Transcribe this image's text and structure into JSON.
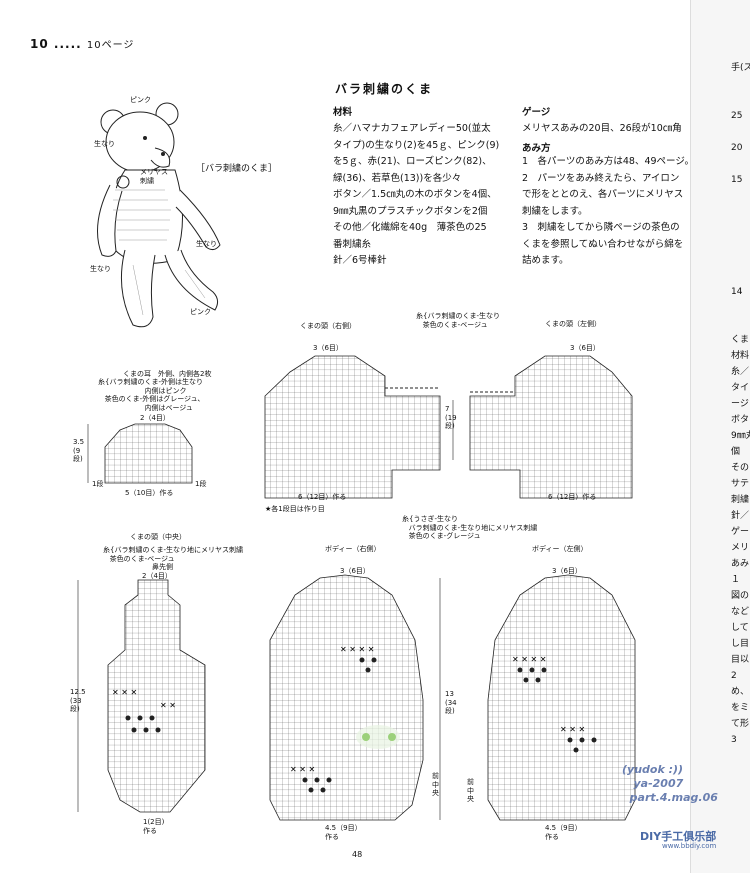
{
  "header": {
    "page_label": "10",
    "dots": ".....",
    "page_ref": "10ページ"
  },
  "title": "バラ刺繍のくま",
  "materials": {
    "heading": "材料",
    "lines": [
      "糸／ハマナカフェアレディー50(並太",
      "タイプ)の生なり(2)を45ｇ、ピンク(9)",
      "を5ｇ、赤(21)、ローズピンク(82)、",
      "緑(36)、若草色(13))を各少々",
      "ボタン／1.5㎝丸の木のボタンを4個、",
      "9㎜丸黒のプラスチックボタンを2個",
      "その他／化繊綿を40g　薄茶色の25",
      "番刺繍糸",
      "針／6号棒針"
    ]
  },
  "gauge": {
    "heading": "ゲージ",
    "line": "メリヤスあみの20目、26段が10㎝角"
  },
  "method": {
    "heading": "あみ方",
    "lines": [
      "1　各パーツのあみ方は48、49ページ。",
      "2　パーツをあみ終えたら、アイロン",
      "で形をととのえ、各パーツにメリヤス",
      "刺繍をします。",
      "3　刺繍をしてから隣ページの茶色の",
      "くまを参照してぬい合わせながら綿を",
      "詰めます。"
    ]
  },
  "bear": {
    "label": "［バラ刺繍のくま］",
    "tags": {
      "pink_ear": "ピンク",
      "kinari_top": "生なり",
      "embroidery": "メリヤス\n刺繍",
      "kinari_arm": "生なり",
      "kinari_leg": "生なり",
      "pink_foot": "ピンク"
    }
  },
  "yarn_notes": {
    "head_sides": "糸{バラ刺繍のくま-生なり\n   茶色のくま-ベージュ",
    "head_right": "くまの頭（右側）",
    "head_left": "くまの頭（左側）",
    "ear_title": "くまの耳　外側、内側各2枚",
    "ear_yarn": "糸{バラ刺繍のくま-外側は生なり\n  　　　　　　内側はピンク\n   茶色のくま-外側はグレージュ、\n  　　　　　　内側はベージュ",
    "head_center": "くまの頭（中央）",
    "head_center_yarn": "糸{バラ刺繍のくま-生なり地にメリヤス刺繍\n   茶色のくま-ベージュ",
    "nose_tip": "鼻先側",
    "body_yarn": "糸{うさぎ-生なり\n   バラ刺繍のくま-生なり地にメリヤス刺繍\n   茶色のくま-グレージュ",
    "body_right": "ボディー（右側）",
    "body_left": "ボディー（左側）",
    "first_row_note": "★各1段目は作り目",
    "front_center": "前\n中\n央"
  },
  "chart_labels": {
    "head_r_top": "3（6目）",
    "head_r_bottom": "6（12目）作る",
    "head_r_height": "7\n(19\n段)",
    "head_l_top": "3（6目）",
    "head_l_bottom": "6（12目）作る",
    "ear_top": "2（4目）",
    "ear_bottom": "5（10目）作る",
    "ear_height": "3.5\n(9\n段)",
    "hc_top": "2（4目）",
    "hc_bottom": "1(2目)\n作る",
    "hc_height": "12.5\n(33\n段)",
    "br_top": "3（6目）",
    "br_bottom": "4.5（9目）\n作る",
    "br_height": "13\n(34\n段)",
    "bl_top": "3（6目）",
    "bl_bottom": "4.5（9目）\n作る",
    "row_label": "1段"
  },
  "page_number": "48",
  "gutter_text": "手(ス\n\n\n25\n\n20\n\n15\n\n\n\n\n\n\n14\n\n\nくま\n材料\n糸／\nタイ\nージ\nボタ\n9㎜丸\n個\nその\nサテ\n刺繍\n針／\nゲー\nメリ\nあみ\n１\n図の\nなど\nして\nし目\n目以\n2\nめ、\nをミ\nて形\n3",
  "watermark": "(yudok :))\n   ya-2007\n  part.4.mag.06",
  "diy_logo": "DIY手工俱乐部",
  "diy_url": "www.bbdiy.com"
}
